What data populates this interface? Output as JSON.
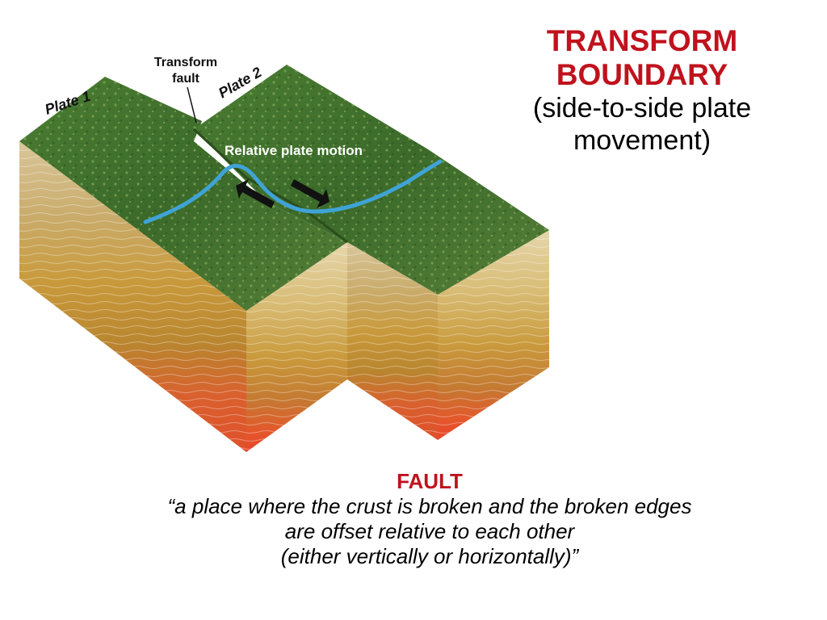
{
  "title": {
    "line1": "TRANSFORM",
    "line2": "BOUNDARY",
    "subtitle_line1": "(side-to-side plate",
    "subtitle_line2": "movement)"
  },
  "diagram": {
    "labels": {
      "plate1": "Plate 1",
      "plate2": "Plate 2",
      "fault_line1": "Transform",
      "fault_line2": "fault",
      "motion": "Relative plate motion"
    },
    "colors": {
      "forest": "#3f6e2c",
      "river": "#3fa3d6",
      "crust_tan": "#d8c394",
      "crust_ochre": "#c99a3c",
      "mantle_red": "#e0502a"
    }
  },
  "definition": {
    "title": "FAULT",
    "line1": "“a place where the crust is broken and the broken edges",
    "line2": "are offset relative to each other",
    "line3": "(either vertically or horizontally)”"
  }
}
